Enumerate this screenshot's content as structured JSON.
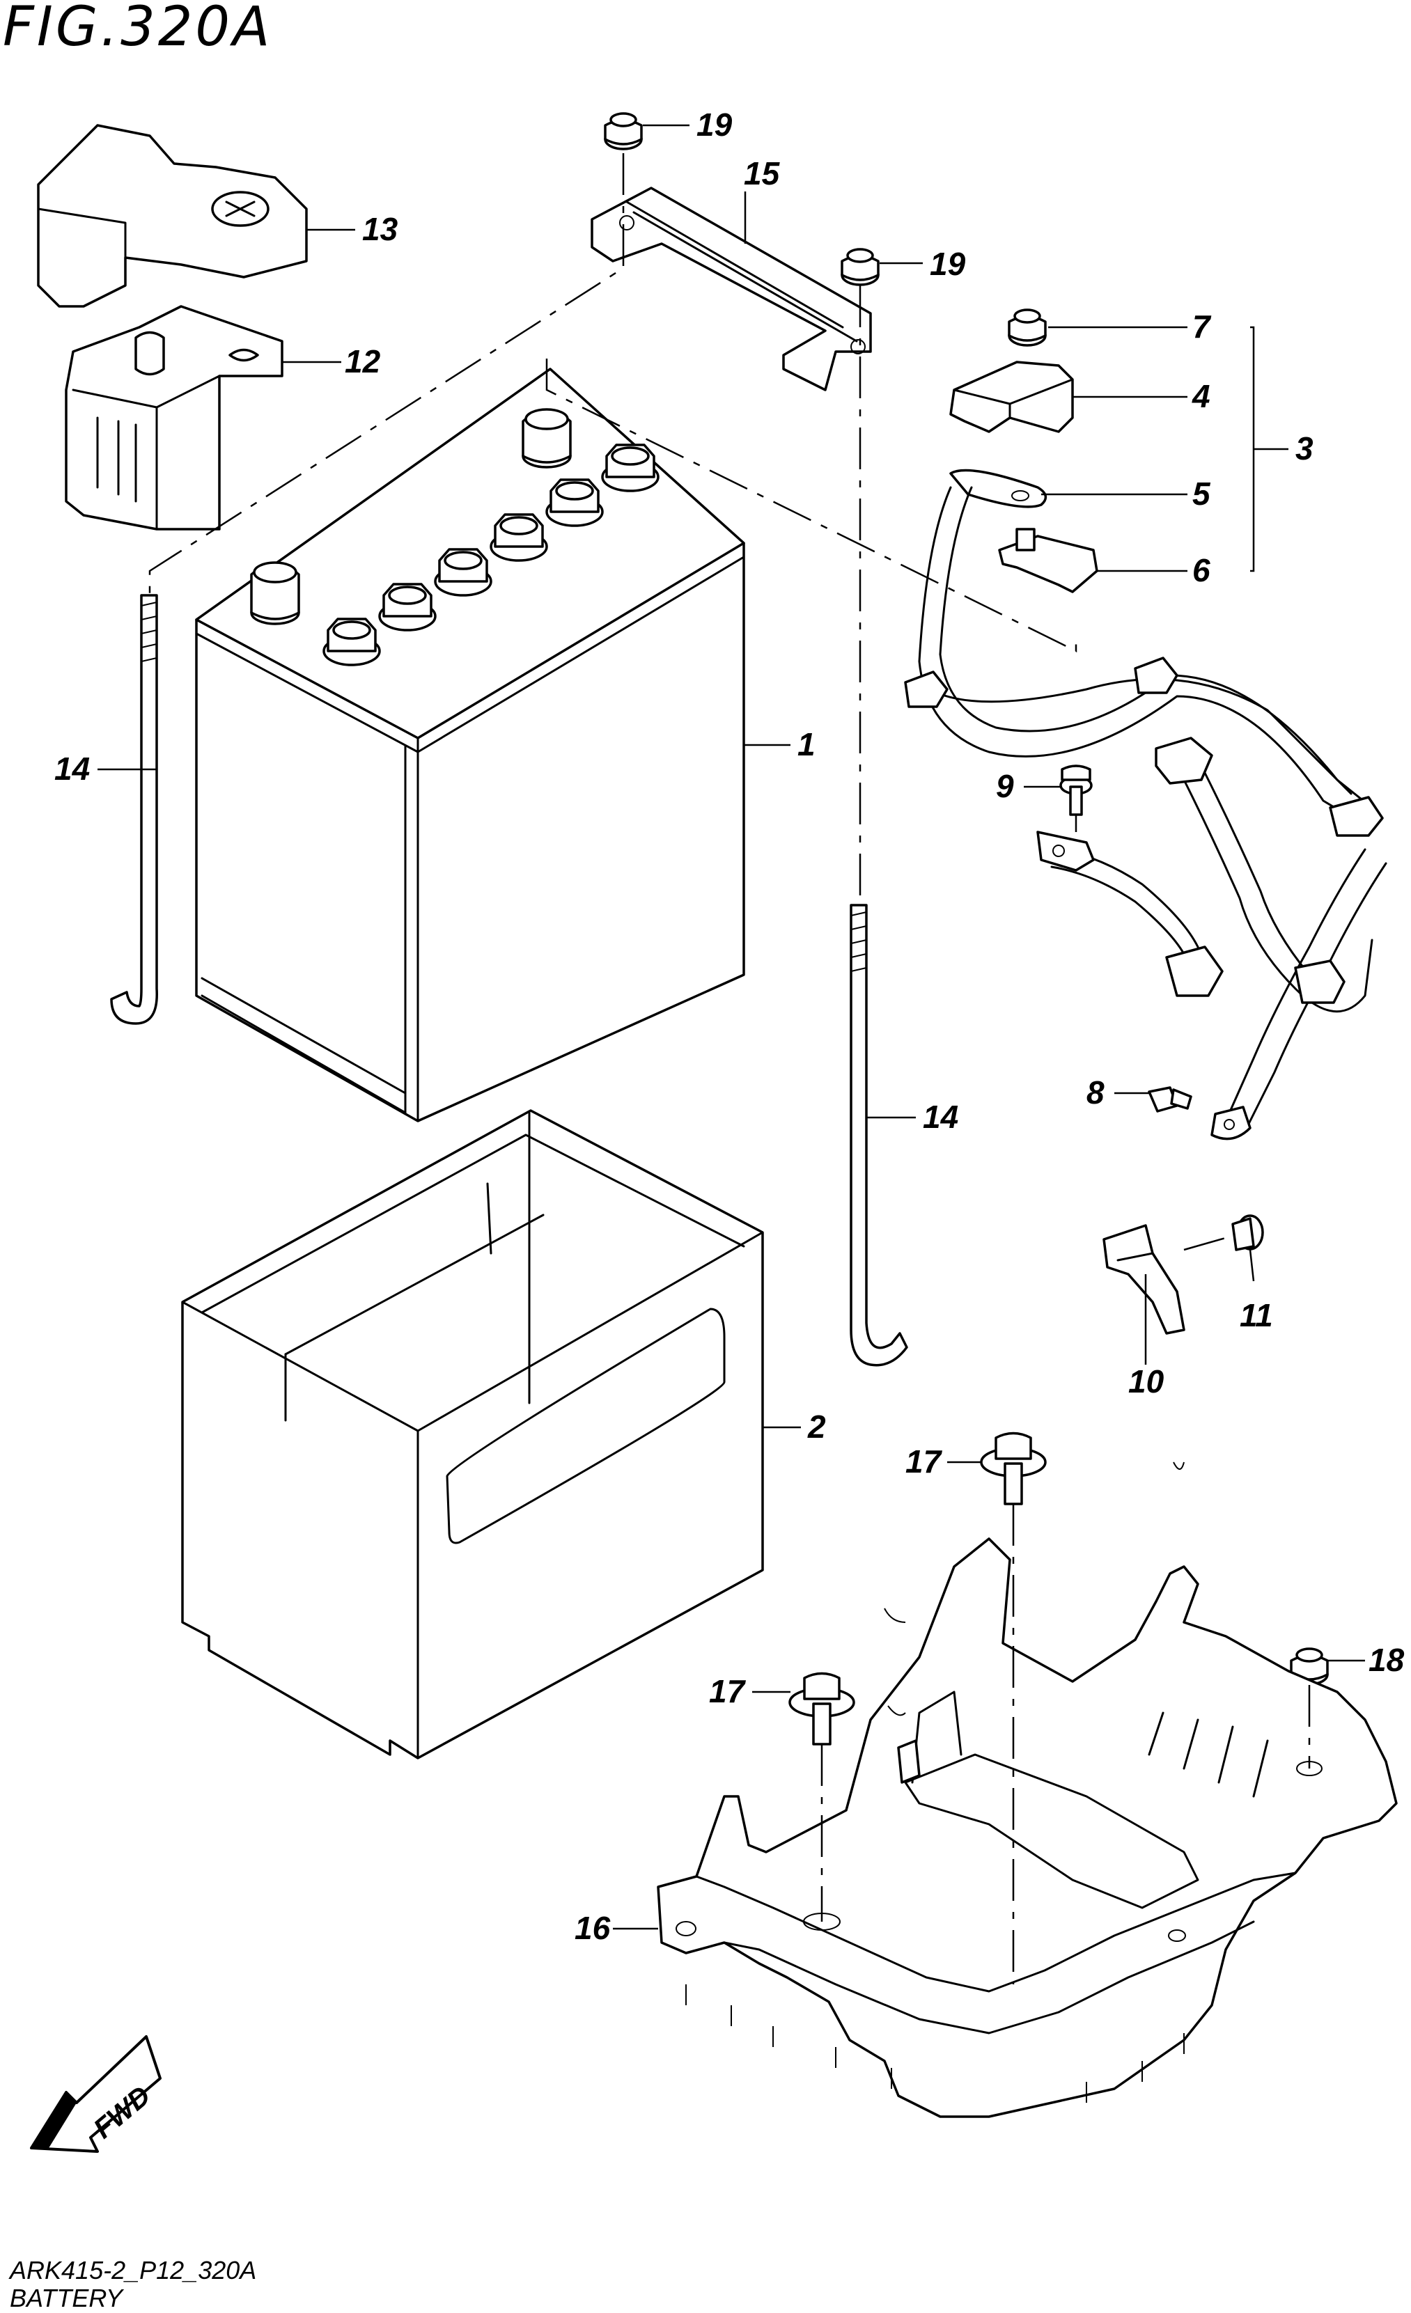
{
  "figure": {
    "title": "FIG.320A",
    "code": "ARK415-2_P12_320A",
    "name": "BATTERY",
    "direction_label": "FWD"
  },
  "callouts": {
    "c1": "1",
    "c2": "2",
    "c3": "3",
    "c4": "4",
    "c5": "5",
    "c6": "6",
    "c7": "7",
    "c8": "8",
    "c9": "9",
    "c10": "10",
    "c11": "11",
    "c12": "12",
    "c13": "13",
    "c14a": "14",
    "c14b": "14",
    "c15": "15",
    "c16": "16",
    "c17a": "17",
    "c17b": "17",
    "c18": "18",
    "c19a": "19",
    "c19b": "19"
  }
}
